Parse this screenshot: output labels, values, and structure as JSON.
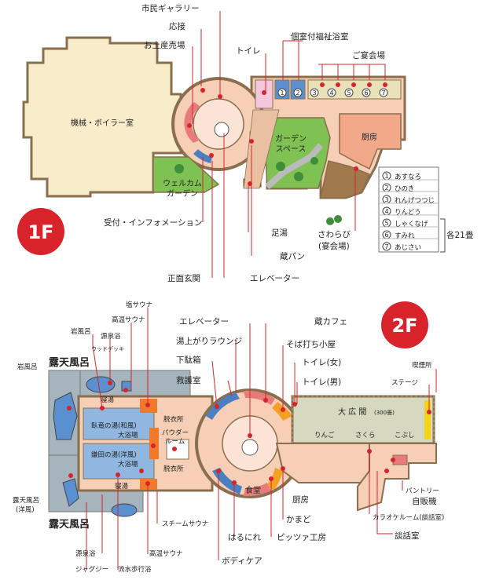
{
  "floor1": {
    "badge": "1F",
    "labels": {
      "gallery": "市民ギャラリー",
      "reception_room": "応接",
      "shop": "お土産売場",
      "toilet": "トイレ",
      "welfare_bath": "個室付福祉浴室",
      "banquet": "ご宴会場",
      "machine_room": "機械・ボイラー室",
      "garden_space_1": "ガーデン",
      "garden_space_2": "スペース",
      "kitchen": "厨房",
      "welcome_garden_1": "ウェルカム",
      "welcome_garden_2": "ガーデン",
      "reception_info": "受付・インフォメーション",
      "footbath": "足湯",
      "kura_pan": "蔵パン",
      "main_entrance": "正面玄関",
      "elevator": "エレベーター",
      "sawarabi_1": "さわらび",
      "sawarabi_2": "(宴会場)"
    },
    "room_numbers": [
      "1",
      "2",
      "3",
      "4",
      "5",
      "6",
      "7"
    ],
    "banquet_rooms": [
      {
        "num": "1",
        "name": "あすなろ"
      },
      {
        "num": "2",
        "name": "ひのき"
      },
      {
        "num": "3",
        "name": "れんげつつじ"
      },
      {
        "num": "4",
        "name": "りんどう"
      },
      {
        "num": "5",
        "name": "しゃくなげ"
      },
      {
        "num": "6",
        "name": "すみれ"
      },
      {
        "num": "7",
        "name": "あじさい"
      }
    ],
    "tatami_note": "各21畳"
  },
  "floor2": {
    "badge": "2F",
    "labels": {
      "shio_sauna": "塩サウナ",
      "high_sauna_top": "高温サウナ",
      "rock_bath_top": "岩風呂",
      "gensen_top": "源泉浴",
      "wood_deck": "ウッドデッキ",
      "rock_bath_left": "岩風呂",
      "outdoor_bath_top": "露天風呂",
      "nerayu_top": "寝湯",
      "garyu_1": "臥竜の湯(和風)",
      "garyu_2": "大浴場",
      "kamata_1": "鎌田の湯(洋風)",
      "kamata_2": "大浴場",
      "nerayu_bottom": "寝湯",
      "outdoor_west_1": "露天風呂",
      "outdoor_west_2": "(洋風)",
      "outdoor_bath_bottom": "露天風呂",
      "gensen_bottom": "源泉浴",
      "jacuzzi": "ジャグジー",
      "flowing_bath": "流水歩行浴",
      "high_sauna_bottom": "高温サウナ",
      "steam_sauna": "スチームサウナ",
      "dressing_top": "脱衣所",
      "powder_1": "パウダー",
      "powder_2": "ルーム",
      "dressing_bottom": "脱衣所",
      "elevator": "エレベーター",
      "lounge": "湯上がりラウンジ",
      "shoe_box": "下駄箱",
      "first_aid": "救護室",
      "kura_cafe": "蔵カフェ",
      "soba_hut": "そば打ち小屋",
      "toilet_f": "トイレ(女)",
      "toilet_m": "トイレ(男)",
      "smoking": "喫煙所",
      "stage": "ステージ",
      "hall_title": "大 広 間",
      "hall_capacity": "(300畳)",
      "hall_ringo": "りんご",
      "hall_sakura": "さくら",
      "hall_kobushi": "こぶし",
      "dining": "食堂",
      "kitchen": "厨房",
      "kamado": "かまど",
      "pizza": "ピッツァ工房",
      "harunire": "はるにれ",
      "body_care": "ボディケア",
      "pantry": "パントリー",
      "vending": "自販機",
      "karaoke": "カラオケルーム(談話室)",
      "lounge_room": "談話室"
    }
  }
}
